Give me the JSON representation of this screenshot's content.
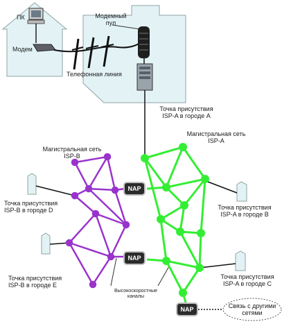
{
  "home": {
    "pc_label": "ПК",
    "modem_label": "Модем"
  },
  "phone_line_label": "Телефонная линия",
  "modem_pool_label": [
    "Модемный",
    "пул"
  ],
  "isp_a": {
    "pop_a_label": [
      "Точка присутствия",
      "ISP-A в городе A"
    ],
    "backbone_label": [
      "Магистральная сеть",
      "ISP-A"
    ],
    "pop_b_label": [
      "Точка присутствия",
      "ISP-A в городе B"
    ],
    "pop_c_label": [
      "Точка присутствия",
      "ISP-A в городе C"
    ]
  },
  "isp_b": {
    "backbone_label": [
      "Магистральная сеть",
      "ISP-B"
    ],
    "pop_d_label": [
      "Точка присутствия",
      "ISP-B в городе D"
    ],
    "pop_e_label": [
      "Точка присутствия",
      "ISP-B в городе E"
    ]
  },
  "nap_label": "NAP",
  "highspeed_label": [
    "Высокоскоростные",
    "каналы"
  ],
  "other_networks_label": [
    "Связь с другими",
    "сетями"
  ],
  "colors": {
    "isp_a": "#33ee33",
    "isp_b": "#9933cc",
    "building": "#e6f5f7",
    "building_stroke": "#8a9a9c"
  }
}
